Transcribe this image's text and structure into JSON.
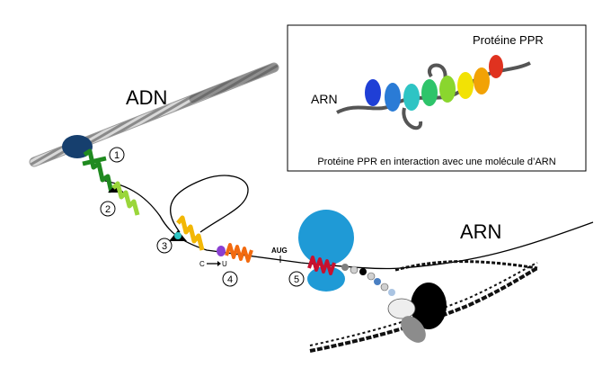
{
  "labels": {
    "dna": "ADN",
    "rna_main": "ARN",
    "aug": "AUG",
    "c_to_u_c": "C",
    "c_to_u_u": "U",
    "steps": [
      "1",
      "2",
      "3",
      "4",
      "5"
    ]
  },
  "inset": {
    "protein_label": "Protéine PPR",
    "rna_label": "ARN",
    "caption": "Protéine PPR en interaction avec une molécule d’ARN"
  },
  "colors": {
    "green_dark": "#1f8a1f",
    "green_light": "#9ad63a",
    "yellow": "#f2b705",
    "orange": "#f26a0f",
    "red": "#c8102e",
    "ribosome_blue": "#1f9ad6",
    "navy": "#163f6e",
    "purple": "#8a3fd1"
  }
}
